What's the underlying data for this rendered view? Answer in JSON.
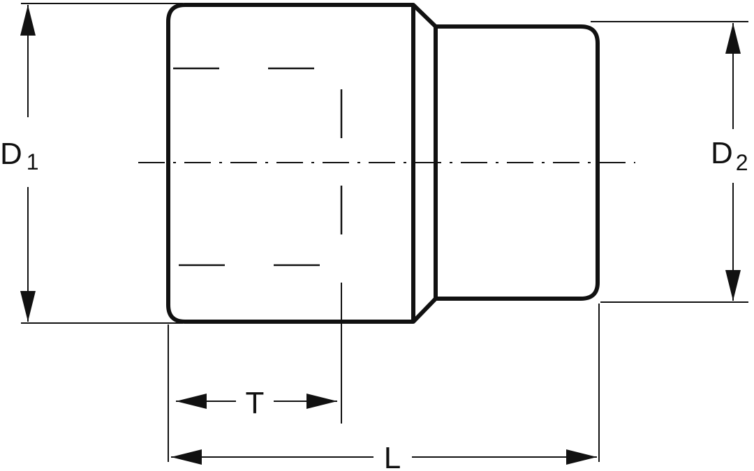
{
  "labels": {
    "d1_main": "D",
    "d1_sub": "1",
    "d2_main": "D",
    "d2_sub": "2",
    "t": "T",
    "l": "L"
  },
  "colors": {
    "line": "#111111",
    "background": "#ffffff"
  }
}
